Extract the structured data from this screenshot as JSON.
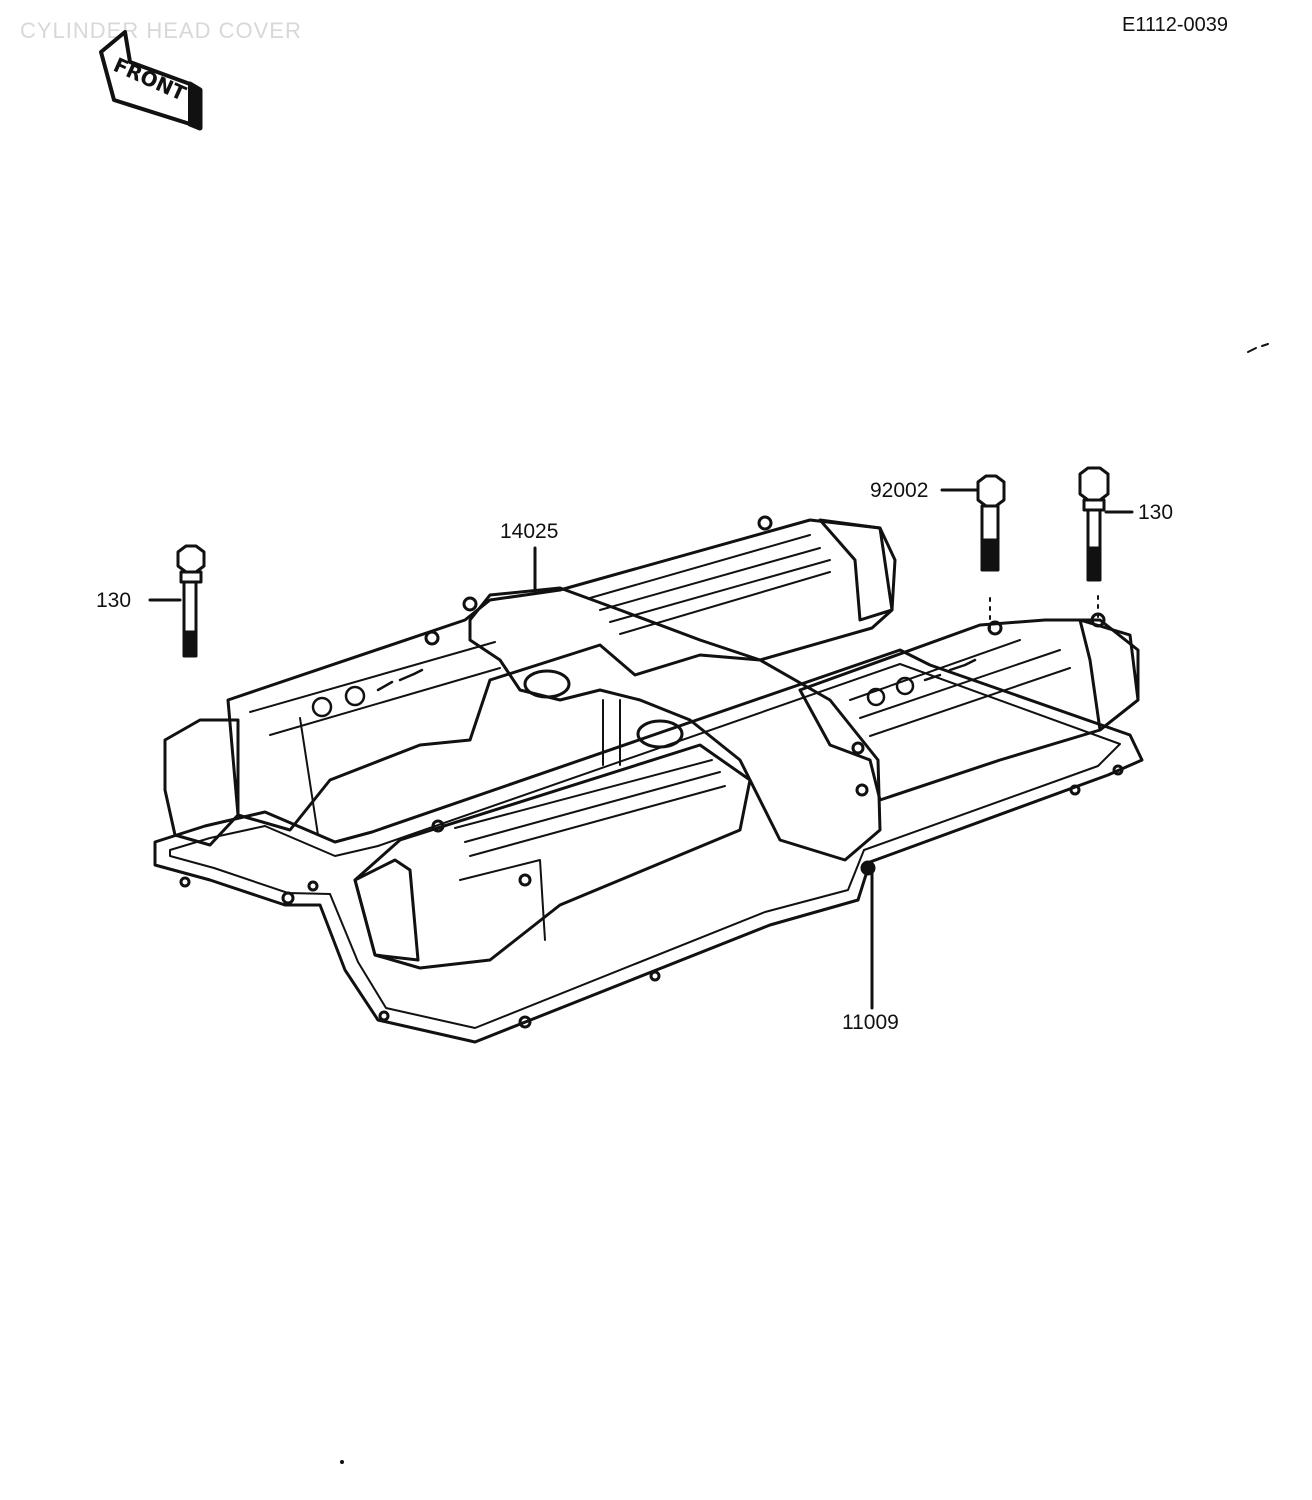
{
  "header": {
    "faint_title": "CYLINDER HEAD COVER",
    "code": "E1112-0039"
  },
  "front_badge": {
    "label": "FRONT"
  },
  "callouts": {
    "bolt_left": "130",
    "cover": "14025",
    "plug": "92002",
    "bolt_right": "130",
    "gasket": "11009"
  }
}
